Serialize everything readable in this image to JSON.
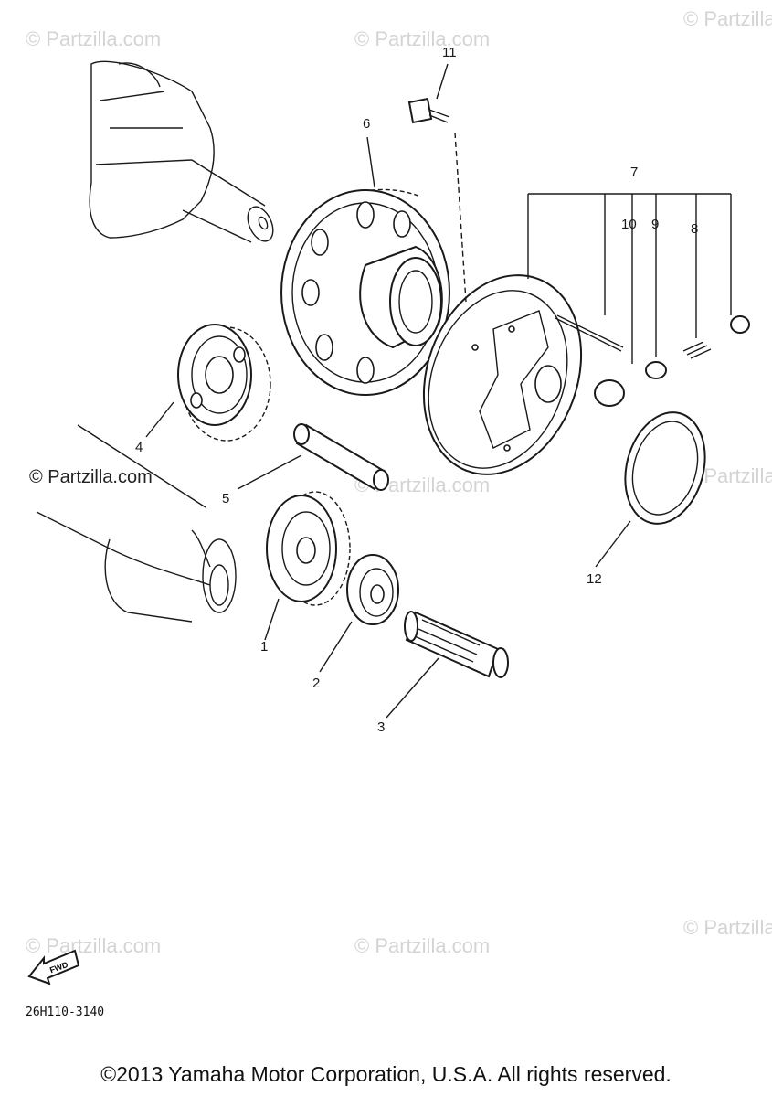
{
  "watermarks": {
    "text": "© Partzilla.com",
    "side_text": "© Partzilla.com"
  },
  "parts": {
    "p1": "1",
    "p2": "2",
    "p3": "3",
    "p4": "4",
    "p5": "5",
    "p6": "6",
    "p7": "7",
    "p8": "8",
    "p9": "9",
    "p10": "10",
    "p11": "11",
    "p12": "12"
  },
  "fwd_label": "FWD",
  "diagram_code": "26H110-3140",
  "copyright": "©2013 Yamaha Motor Corporation, U.S.A. All rights reserved."
}
